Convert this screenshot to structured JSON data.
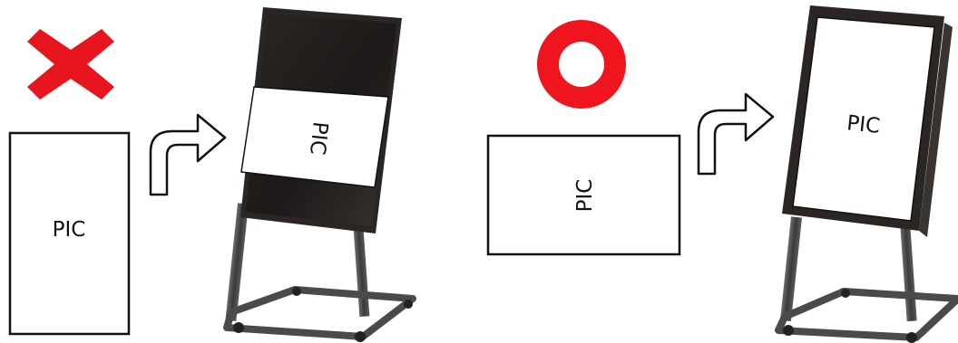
{
  "wrong_example": {
    "mark_icon": "red-cross-icon",
    "mark_color": "#e8141e",
    "picture_label": "PIC",
    "display_label": "PIC"
  },
  "right_example": {
    "mark_icon": "red-circle-icon",
    "mark_color": "#f0141e",
    "picture_label": "PIC",
    "display_label": "PIC"
  },
  "arrow_icon": "curved-turn-arrow-icon",
  "colors": {
    "frame": "#2b2624",
    "stand": "#555555",
    "outline": "#111111"
  }
}
